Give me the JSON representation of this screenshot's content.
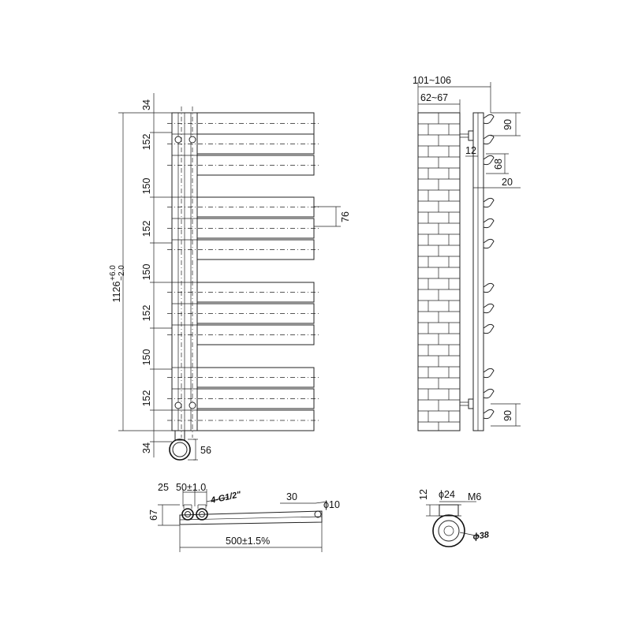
{
  "front": {
    "top_gap": "34",
    "bottom_gap": "34",
    "group": "152",
    "spacing": "150",
    "total": "1126",
    "tol_plus": "+6.0",
    "tol_minus": "−2.0",
    "bar_height": "76",
    "valve": "56"
  },
  "side": {
    "depth_total": "101~106",
    "depth_inner": "62~67",
    "bracket_top": "90",
    "bracket_bottom": "90",
    "offset": "12",
    "bracket_height": "68",
    "bar_depth": "20"
  },
  "bottom": {
    "d25": "25",
    "d50": "50±1.0",
    "thread": "4-G1/2\"",
    "d30": "30",
    "d10": "ϕ10",
    "d67": "67",
    "width": "500±1.5%"
  },
  "detail": {
    "d12": "12",
    "d24": "ϕ24",
    "m6": "M6",
    "d38": "ϕ38"
  }
}
